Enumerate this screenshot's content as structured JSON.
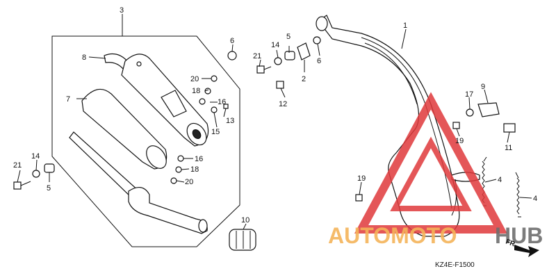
{
  "diagram": {
    "code": "KZ4E-F1500",
    "direction_label": "FR.",
    "watermark": {
      "part1": "AUTOMOTO",
      "part2": "HUB"
    },
    "callouts": {
      "c1": "1",
      "c2": "2",
      "c3": "3",
      "c4a": "4",
      "c4b": "4",
      "c5a": "5",
      "c5b": "5",
      "c6a": "6",
      "c6b": "6",
      "c7": "7",
      "c8": "8",
      "c9": "9",
      "c10": "10",
      "c11": "11",
      "c12": "12",
      "c13": "13",
      "c14a": "14",
      "c14b": "14",
      "c15": "15",
      "c16a": "16",
      "c16b": "16",
      "c17": "17",
      "c18a": "18",
      "c18b": "18",
      "c19a": "19",
      "c19b": "19",
      "c20a": "20",
      "c20b": "20",
      "c21a": "21",
      "c21b": "21"
    },
    "colors": {
      "line": "#111111",
      "watermark_red": "#e0393b",
      "watermark_orange": "#f5b45a",
      "watermark_gray": "#6e6e6e"
    }
  }
}
